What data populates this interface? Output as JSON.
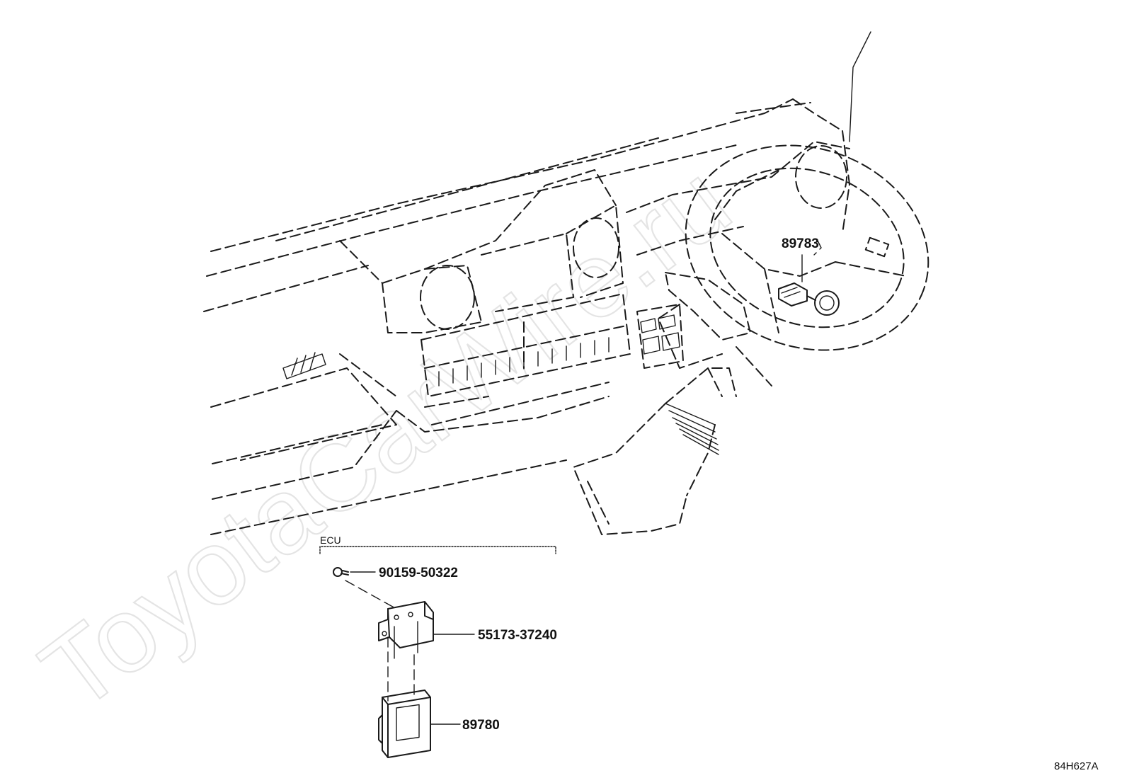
{
  "watermark": "ToyotaCarWire.ru",
  "group_label": "ECU",
  "parts": [
    {
      "number": "89783"
    },
    {
      "number": "90159-50322"
    },
    {
      "number": "55173-37240"
    },
    {
      "number": "89780"
    }
  ],
  "drawing_ref": "84H627A",
  "colors": {
    "line": "#1a1a1a",
    "watermark": "#e4e4e4",
    "background": "#ffffff"
  }
}
